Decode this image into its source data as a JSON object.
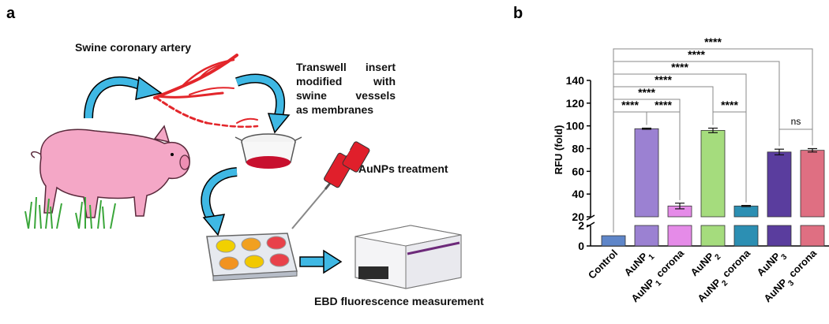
{
  "panel_a": {
    "letter": "a",
    "labels": {
      "artery": "Swine coronary artery",
      "transwell": [
        "Transwell insert",
        "modified with",
        "swine vessels",
        "as membranes"
      ],
      "treatment": "AuNPs treatment",
      "measurement": "EBD fluorescence measurement"
    },
    "icons": [
      "pig-icon",
      "coronary-artery-icon",
      "transwell-insert-icon",
      "pipette-icon",
      "well-plate-icon",
      "plate-reader-icon",
      "curved-arrow-icon"
    ],
    "colors": {
      "arrow": "#3fb8e4",
      "pig": "#f4a7c6",
      "artery": "#e3262b",
      "grass": "#3aa63a"
    }
  },
  "panel_b": {
    "letter": "b",
    "ylabel": "RFU (fold)",
    "ytick_labels": [
      "0",
      "2",
      "20",
      "40",
      "60",
      "80",
      "100",
      "120",
      "140"
    ],
    "break_mark": true
  },
  "chart_data": {
    "type": "bar",
    "title": "",
    "ylabel": "RFU (fold)",
    "xlabel": "",
    "broken_axis": {
      "lower": [
        0,
        2
      ],
      "upper": [
        20,
        140
      ]
    },
    "categories": [
      "Control",
      "AuNP1",
      "AuNP1 corona",
      "AuNP2",
      "AuNP2 corona",
      "AuNP3",
      "AuNP3 corona"
    ],
    "category_labels": [
      {
        "main": "Control",
        "sub": "",
        "suffix": ""
      },
      {
        "main": "AuNP",
        "sub": "1",
        "suffix": ""
      },
      {
        "main": "AuNP",
        "sub": "1",
        "suffix": " corona"
      },
      {
        "main": "AuNP",
        "sub": "2",
        "suffix": ""
      },
      {
        "main": "AuNP",
        "sub": "2",
        "suffix": " corona"
      },
      {
        "main": "AuNP",
        "sub": "3",
        "suffix": ""
      },
      {
        "main": "AuNP",
        "sub": "3",
        "suffix": " corona"
      }
    ],
    "values": [
      1,
      97.5,
      29.5,
      96,
      29.5,
      77,
      78.5
    ],
    "errors": [
      0,
      0.5,
      2.5,
      2,
      0.5,
      2.5,
      1.5
    ],
    "colors": [
      "#5f86c9",
      "#9b81d2",
      "#e58be8",
      "#a5dc7d",
      "#2c8fb3",
      "#5a3d9e",
      "#df6f82"
    ],
    "significance": [
      {
        "from": 0,
        "to": 1,
        "label": "****"
      },
      {
        "from": 1,
        "to": 2,
        "label": "****"
      },
      {
        "from": 0,
        "to": 2,
        "label": "****"
      },
      {
        "from": 3,
        "to": 4,
        "label": "****"
      },
      {
        "from": 0,
        "to": 3,
        "label": "****"
      },
      {
        "from": 0,
        "to": 4,
        "label": "****"
      },
      {
        "from": 5,
        "to": 6,
        "label": "ns"
      },
      {
        "from": 0,
        "to": 5,
        "label": "****"
      },
      {
        "from": 0,
        "to": 6,
        "label": "****"
      }
    ]
  }
}
